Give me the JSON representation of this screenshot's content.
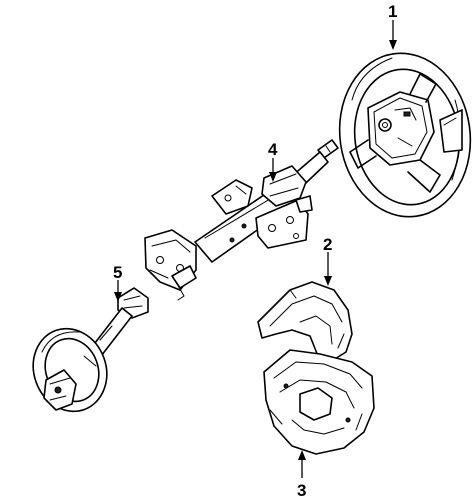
{
  "callouts": [
    {
      "id": "1",
      "label": "1"
    },
    {
      "id": "2",
      "label": "2"
    },
    {
      "id": "3",
      "label": "3"
    },
    {
      "id": "4",
      "label": "4"
    },
    {
      "id": "5",
      "label": "5"
    }
  ],
  "icons": {
    "steering_wheel": "steering-wheel-icon",
    "upper_column_cover": "upper-column-cover-icon",
    "lower_column_cover": "lower-column-cover-icon",
    "steering_column": "steering-column-icon",
    "intermediate_shaft": "intermediate-shaft-icon"
  },
  "colors": {
    "line": "#000000",
    "background": "#ffffff"
  }
}
